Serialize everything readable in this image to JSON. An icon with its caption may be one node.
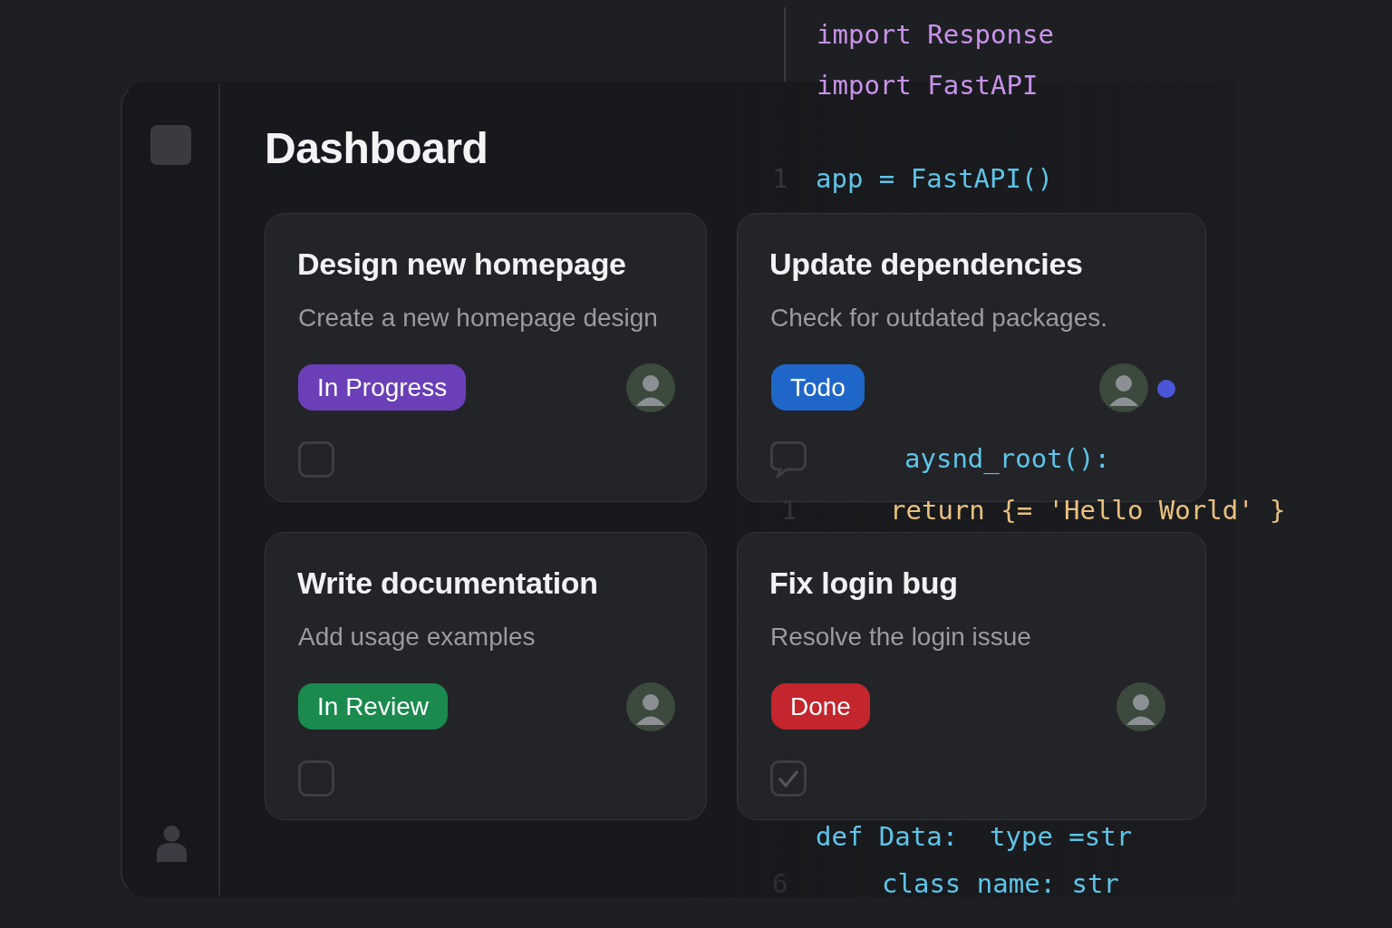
{
  "diagram": {
    "nodes": [
      {
        "text": [
          "Dashboard"
        ]
      },
      {
        "text": [
          "Design new homepage",
          "Create a new homepage design"
        ],
        "in": 0
      },
      {
        "text": [
          "In Progress"
        ],
        "in": 1
      },
      {
        "text": [
          "Update dependencies",
          "Check for outdated packages."
        ],
        "in": 0
      },
      {
        "text": [
          "Todo"
        ],
        "in": 3
      },
      {
        "text": [
          "Write documentation",
          "Add usage examples"
        ],
        "in": 0
      },
      {
        "text": [
          "In Review"
        ],
        "in": 5
      },
      {
        "text": [
          "Fix login bug",
          "Resolve the login issue"
        ],
        "in": 0
      },
      {
        "text": [
          "Done"
        ],
        "in": 7
      }
    ],
    "edges": [],
    "labels": [
      "import Response",
      "import FastAPI",
      "1",
      "app = FastAPI()",
      "aysnd_root():",
      "1",
      "return {= 'Hello World' }",
      "def Data:  type =str",
      "6",
      "class name: str"
    ]
  }
}
